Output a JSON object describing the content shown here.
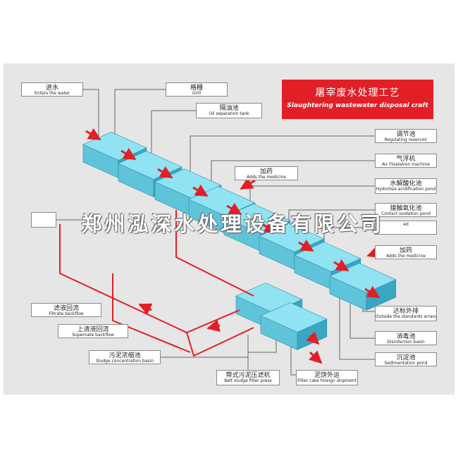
{
  "title": {
    "zh": "屠宰废水处理工艺",
    "en": "Slaughtering wastewater disposal craft"
  },
  "watermark": "郑州泓深水处理设备有限公司",
  "colors": {
    "panel_bg": "#e6e6e6",
    "tank_top": "#8fe3f3",
    "tank_front": "#5fc3da",
    "tank_side": "#3aa6c2",
    "flow_red": "#e21e26",
    "leader_gray": "#666666"
  },
  "labels": [
    {
      "id": "inlet",
      "zh": "进水",
      "en": "Enters the water"
    },
    {
      "id": "grill",
      "zh": "格栅",
      "en": "Grill"
    },
    {
      "id": "oil-separation",
      "zh": "隔油池",
      "en": "Oil separation tank"
    },
    {
      "id": "regulating",
      "zh": "调节池",
      "en": "Regulating reservoir"
    },
    {
      "id": "air-flotation",
      "zh": "气浮机",
      "en": "Air Floatation machine"
    },
    {
      "id": "add-medicine-1",
      "zh": "加药",
      "en": "Adds the medicine"
    },
    {
      "id": "hydrolysis",
      "zh": "水解酸化池",
      "en": "Hydrolisis acidification pond"
    },
    {
      "id": "contact-oxidation",
      "zh": "接触氧化池",
      "en": "Contact oxidation pond"
    },
    {
      "id": "partial-left",
      "zh": "",
      "en": ""
    },
    {
      "id": "partial-right",
      "zh": "",
      "en": "ed"
    },
    {
      "id": "add-medicine-2",
      "zh": "加药",
      "en": "Adds the medicine"
    },
    {
      "id": "filtrate-backflow",
      "zh": "滤液回流",
      "en": "Filtrate backflow"
    },
    {
      "id": "discharge",
      "zh": "达标外排",
      "en": "Outside the standards arranges"
    },
    {
      "id": "supernate-backflow",
      "zh": "上清液回流",
      "en": "Supernate backflow"
    },
    {
      "id": "disinfection",
      "zh": "消毒池",
      "en": "Disinfection basin"
    },
    {
      "id": "sludge-concentration",
      "zh": "污泥浓缩池",
      "en": "Sludge concentration basin"
    },
    {
      "id": "sedimentation",
      "zh": "沉淀池",
      "en": "Sedimentation pond"
    },
    {
      "id": "belt-press",
      "zh": "带式污泥压滤机",
      "en": "Belt sludge filter press"
    },
    {
      "id": "filter-cake",
      "zh": "泥饼外运",
      "en": "Filter cake foreign shipment"
    }
  ]
}
